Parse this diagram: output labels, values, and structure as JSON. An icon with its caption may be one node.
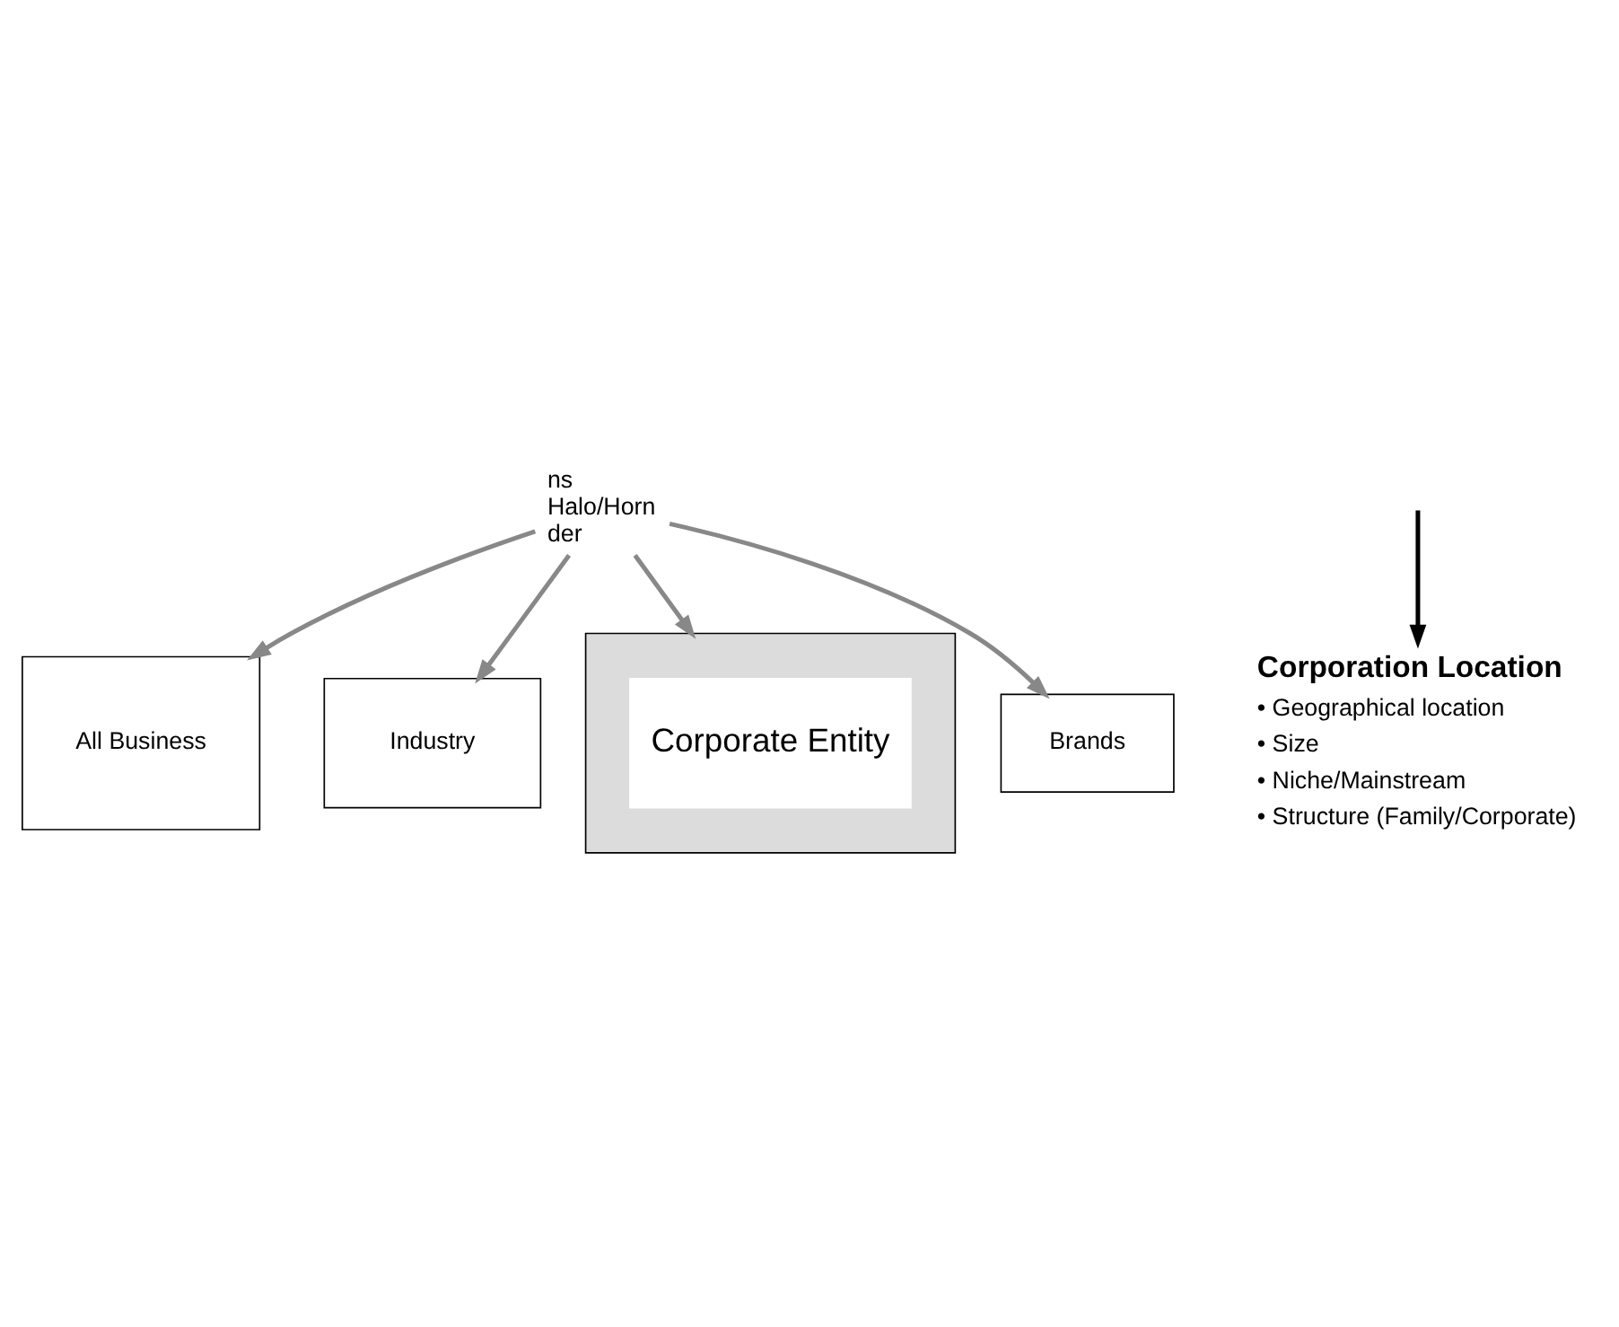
{
  "diagram": {
    "nodes": [
      {
        "text": [
          "ns",
          "Halo/Horn",
          "der"
        ]
      },
      {
        "text": [
          "All Business"
        ]
      },
      {
        "text": [
          "Industry"
        ]
      },
      {
        "text": [],
        "shape": "box"
      },
      {
        "text": [
          "Corporate Entity"
        ],
        "in": 3
      },
      {
        "text": [
          "Brands"
        ]
      },
      {
        "text": [
          "Corporation Location",
          "• Geographical location",
          "• Size",
          "• Niche/Mainstream",
          "• Structure (Family/Corporate)"
        ]
      }
    ],
    "edges": [
      {
        "from": 0,
        "to": 1,
        "arrow": "to"
      },
      {
        "from": 0,
        "to": 5,
        "arrow": "to"
      },
      {
        "from": 0,
        "to": 3,
        "arrow": "to"
      },
      {
        "from": 0,
        "to": 2,
        "arrow": "to"
      },
      {
        "from": null,
        "to": 6,
        "arrow": "to",
        "color": "#000000"
      }
    ]
  }
}
